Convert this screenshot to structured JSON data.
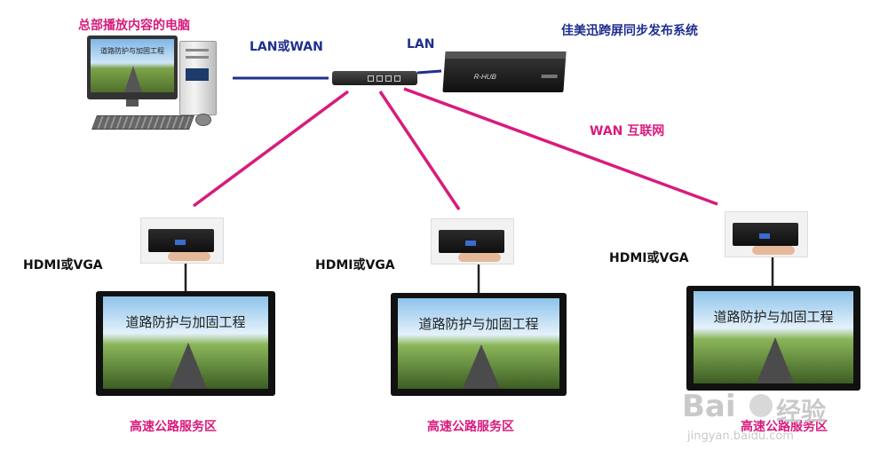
{
  "labels": {
    "hq_pc": "总部播放内容的电脑",
    "lan_or_wan": "LAN或WAN",
    "lan": "LAN",
    "system_name": "佳美迅跨屏同步发布系统",
    "wan_internet": "WAN 互联网",
    "hdmi_1": "HDMI或VGA",
    "hdmi_2": "HDMI或VGA",
    "hdmi_3": "HDMI或VGA",
    "site_1": "高速公路服务区",
    "site_2": "高速公路服务区",
    "site_3": "高速公路服务区"
  },
  "screens": {
    "monitor_text": "道路防护与加固工程",
    "tv_1_text": "道路防护与加固工程",
    "tv_2_text": "道路防护与加固工程",
    "tv_3_text": "道路防护与加固工程"
  },
  "device": {
    "server_brand": "R-HUB"
  },
  "watermark": {
    "logo": "Bai",
    "logo_cn": "经验",
    "url": "jingyan.baidu.com"
  },
  "colors": {
    "pink": "#d81b7d",
    "navy": "#1f2f8f"
  }
}
